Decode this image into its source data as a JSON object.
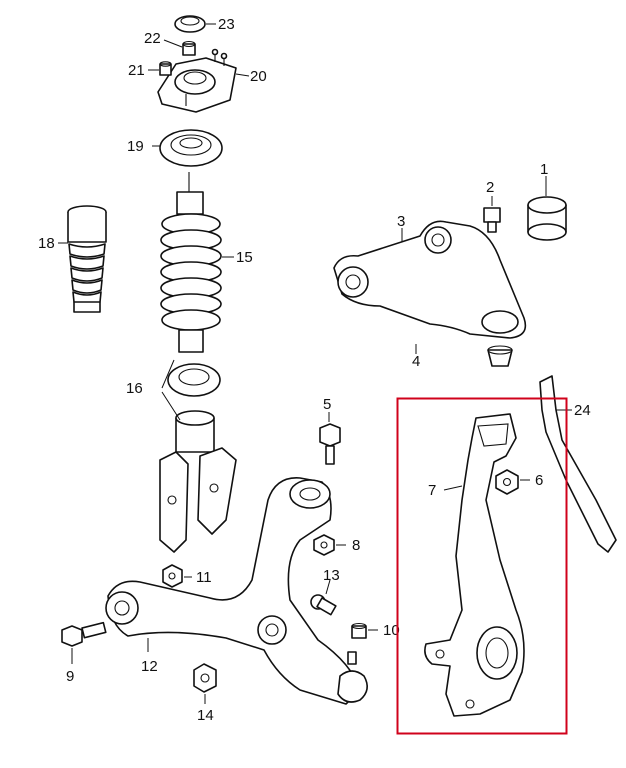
{
  "callouts": {
    "c1": "1",
    "c2": "2",
    "c3": "3",
    "c4": "4",
    "c5": "5",
    "c6": "6",
    "c7": "7",
    "c8": "8",
    "c9": "9",
    "c10": "10",
    "c11": "11",
    "c12": "12",
    "c13": "13",
    "c14": "14",
    "c15": "15",
    "c16": "16",
    "c18": "18",
    "c19": "19",
    "c20": "20",
    "c21": "21",
    "c22": "22",
    "c23": "23",
    "c24": "24"
  },
  "colors": {
    "line": "#111111",
    "highlight": "#d0021b",
    "background": "#ffffff"
  }
}
